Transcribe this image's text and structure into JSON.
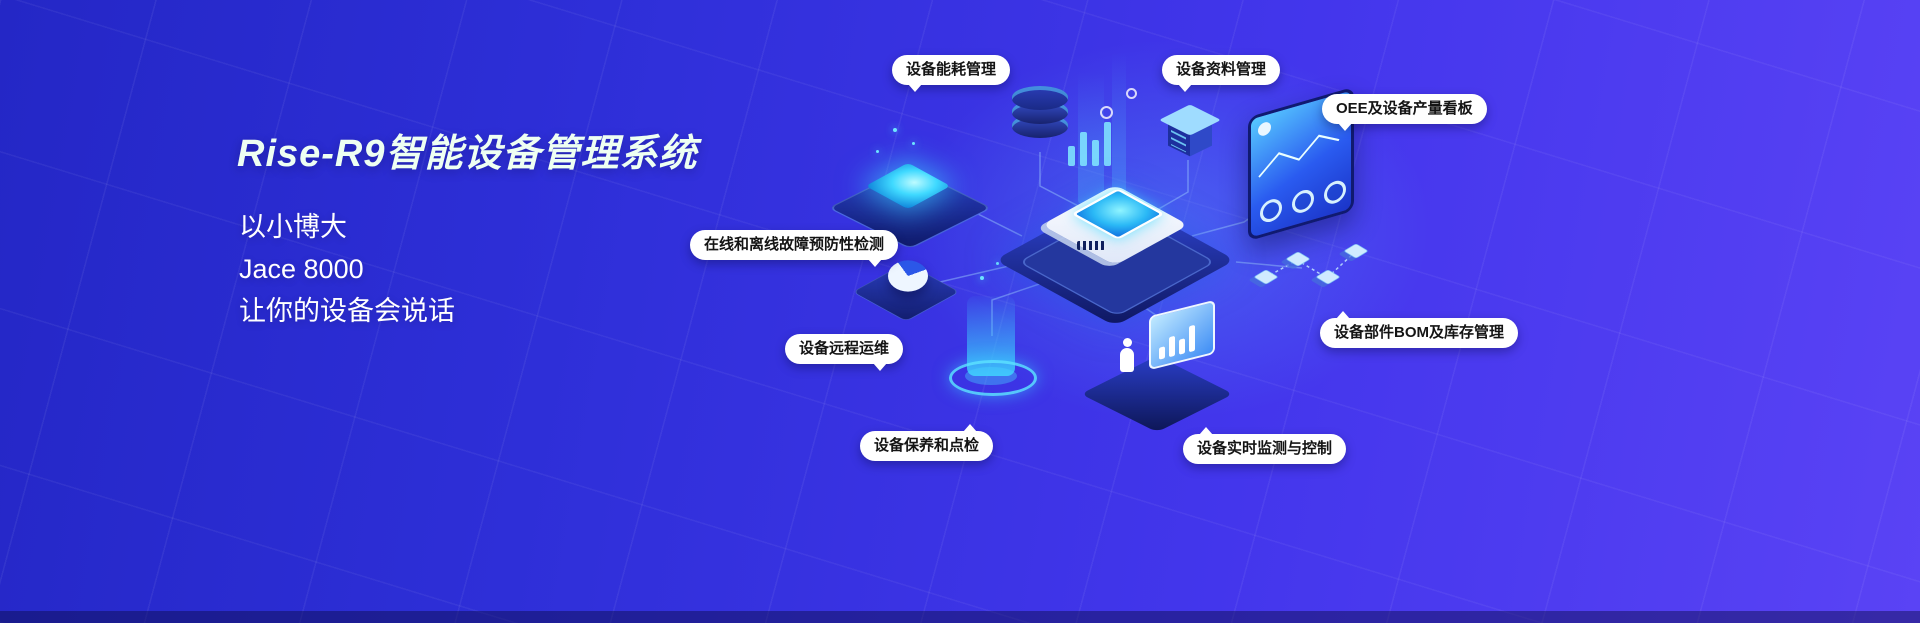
{
  "hero": {
    "title": "Rise-R9智能设备管理系统",
    "lines": [
      "以小博大",
      "Jace 8000",
      "让你的设备会说话"
    ]
  },
  "callouts": [
    {
      "name": "energy",
      "label": "设备能耗管理"
    },
    {
      "name": "docs",
      "label": "设备资料管理"
    },
    {
      "name": "oee",
      "label": "OEE及设备产量看板"
    },
    {
      "name": "predictive",
      "label": "在线和离线故障预防性检测"
    },
    {
      "name": "remote",
      "label": "设备远程运维"
    },
    {
      "name": "maintenance",
      "label": "设备保养和点检"
    },
    {
      "name": "monitoring",
      "label": "设备实时监测与控制"
    },
    {
      "name": "bom",
      "label": "设备部件BOM及库存管理"
    }
  ],
  "illustration": {
    "elements": [
      "glowing-platform",
      "energy-database",
      "file-server-cube",
      "oee-dashboard-panel",
      "central-gateway-device",
      "pie-chart-tile",
      "maintenance-beacon",
      "bom-linked-cubes",
      "operator-kiosk"
    ]
  },
  "colors": {
    "background_left": "#2b2dd0",
    "background_right": "#5a43f5",
    "accent_cyan": "#3fd9ff",
    "callout_bg": "#ffffff",
    "callout_text": "#141414",
    "title_color": "#eefff2"
  }
}
